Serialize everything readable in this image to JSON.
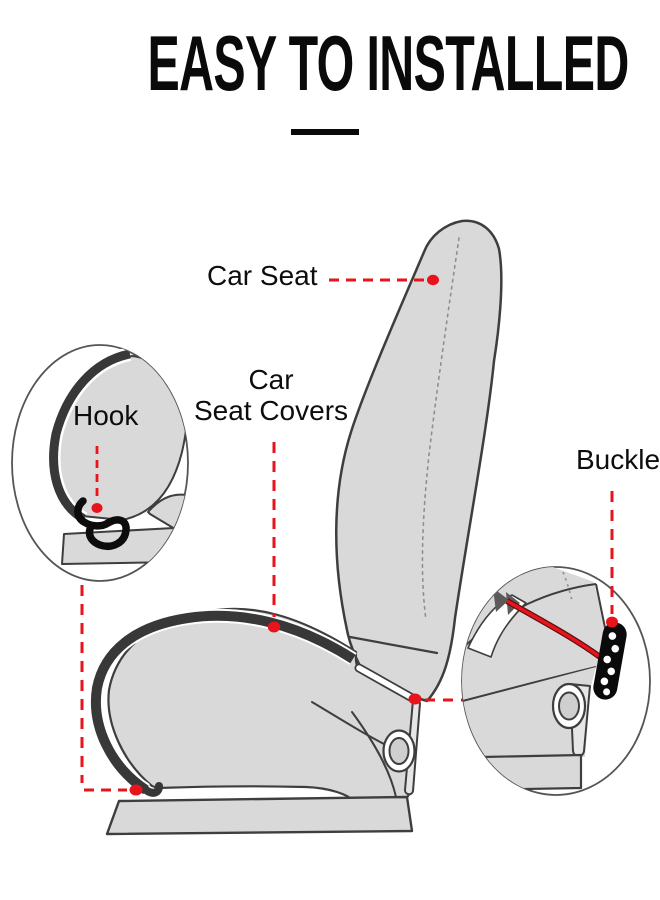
{
  "header": {
    "title": "EASY TO INSTALLED"
  },
  "diagram": {
    "labels": {
      "car_seat": "Car Seat",
      "seat_covers_line1": "Car",
      "seat_covers_line2": "Seat Covers",
      "hook": "Hook",
      "buckle": "Buckle"
    },
    "callouts": [
      {
        "label": "Car Seat",
        "style": "red-dashed-line-with-dot",
        "target": "seat-backrest"
      },
      {
        "label": "Car Seat Covers",
        "style": "red-dashed-line-with-dot",
        "target": "cushion-cover-band"
      },
      {
        "label": "Hook",
        "style": "red-dashed-line-with-dot",
        "target": "hook-icon"
      },
      {
        "label": "Buckle",
        "style": "red-dashed-line-with-dot",
        "target": "buckle-icon"
      }
    ],
    "colors": {
      "accent_red": "#e8131b",
      "seat_gray": "#d9d9d9",
      "outline_dark": "#3e3e3e",
      "cover_band": "#383838",
      "text": "#0d0d0d",
      "background": "#ffffff"
    },
    "icons": {
      "hook": "hook-icon",
      "buckle": "buckle-icon",
      "dot": "callout-dot"
    }
  }
}
